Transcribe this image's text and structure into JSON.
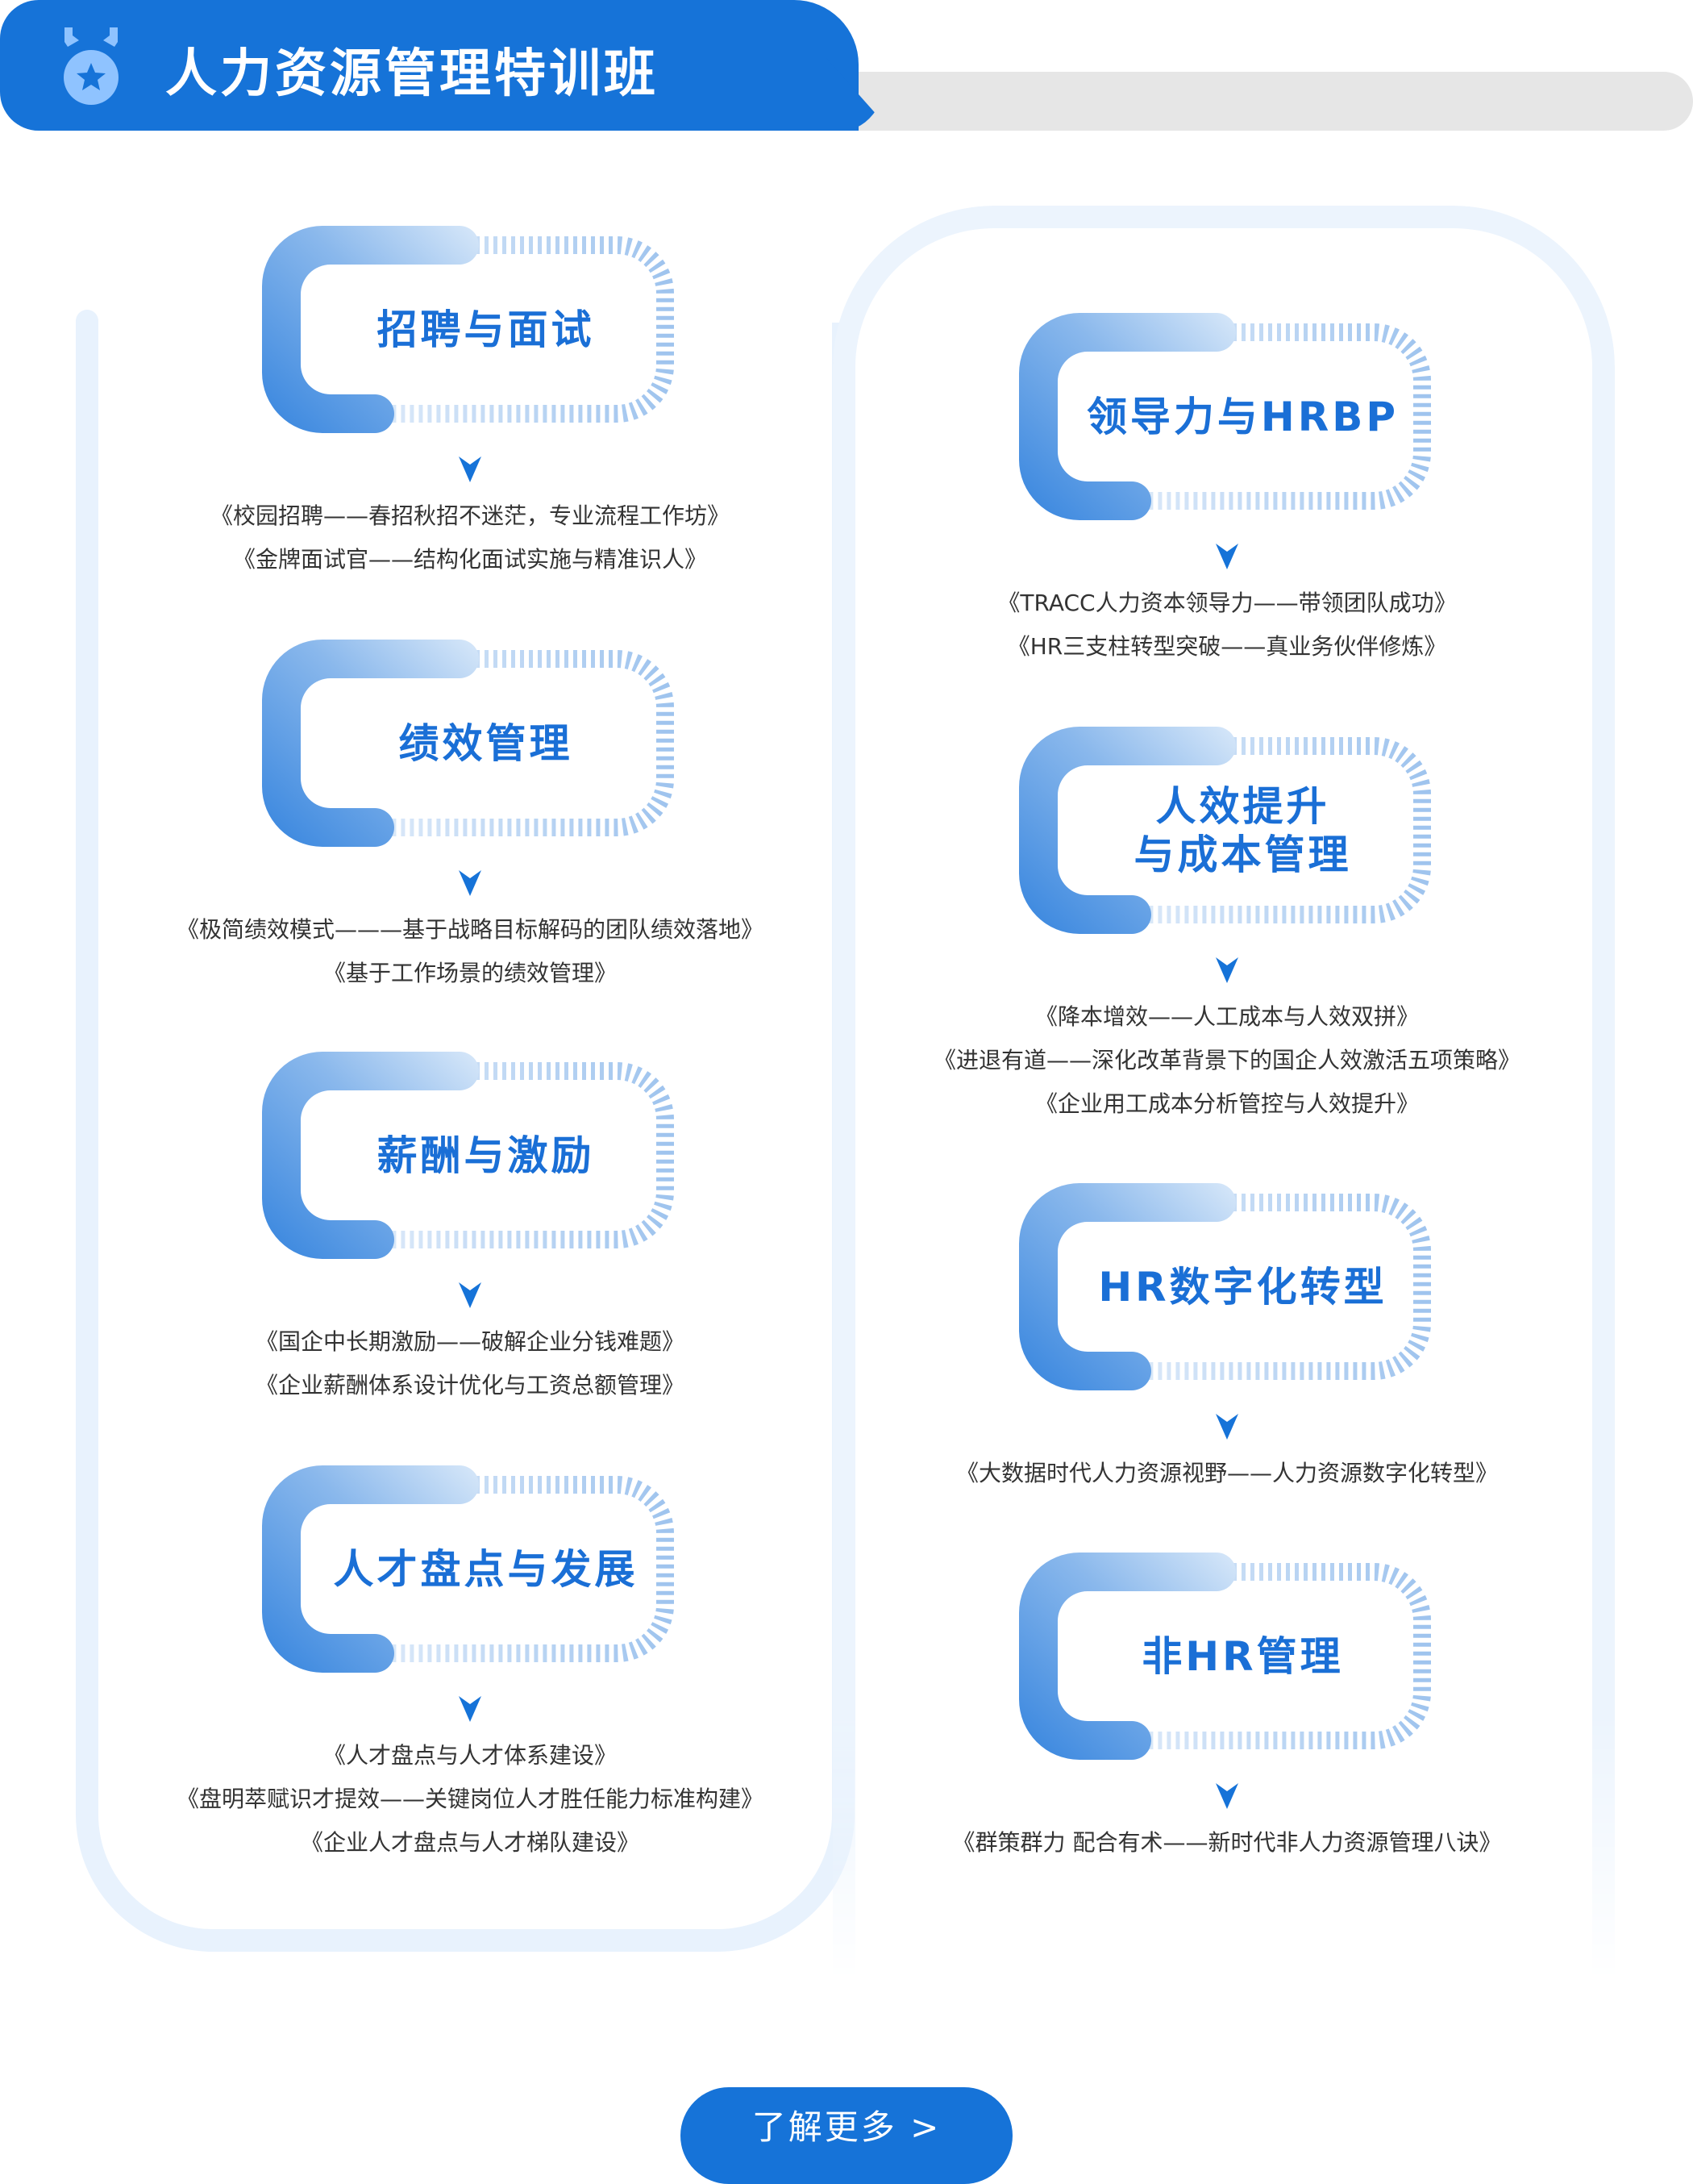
{
  "header": {
    "title": "人力资源管理特训班",
    "icon": "medal-star-icon"
  },
  "colors": {
    "primary": "#1673d8",
    "title_text": "#1a6fd6",
    "panel": "#e8f2fd"
  },
  "left_column": [
    {
      "title": "招聘与面试",
      "courses": [
        "《校园招聘——春招秋招不迷茫，专业流程工作坊》",
        "《金牌面试官——结构化面试实施与精准识人》"
      ]
    },
    {
      "title": "绩效管理",
      "courses": [
        "《极简绩效模式———基于战略目标解码的团队绩效落地》",
        "《基于工作场景的绩效管理》"
      ]
    },
    {
      "title": "薪酬与激励",
      "courses": [
        "《国企中长期激励——破解企业分钱难题》",
        "《企业薪酬体系设计优化与工资总额管理》"
      ]
    },
    {
      "title": "人才盘点与发展",
      "courses": [
        "《人才盘点与人才体系建设》",
        "《盘明萃赋识才提效——关键岗位人才胜任能力标准构建》",
        "《企业人才盘点与人才梯队建设》"
      ]
    }
  ],
  "right_column": [
    {
      "title": "领导力与HRBP",
      "courses": [
        "《TRACC人力资本领导力——带领团队成功》",
        "《HR三支柱转型突破——真业务伙伴修炼》"
      ]
    },
    {
      "title": "人效提升\n与成本管理",
      "courses": [
        "《降本增效——人工成本与人效双拼》",
        "《进退有道——深化改革背景下的国企人效激活五项策略》",
        "《企业用工成本分析管控与人效提升》"
      ]
    },
    {
      "title": "HR数字化转型",
      "courses": [
        "《大数据时代人力资源视野——人力资源数字化转型》"
      ]
    },
    {
      "title": "非HR管理",
      "courses": [
        "《群策群力 配合有术——新时代非人力资源管理八诀》"
      ]
    }
  ],
  "cta": {
    "label": "了解更多 >"
  }
}
